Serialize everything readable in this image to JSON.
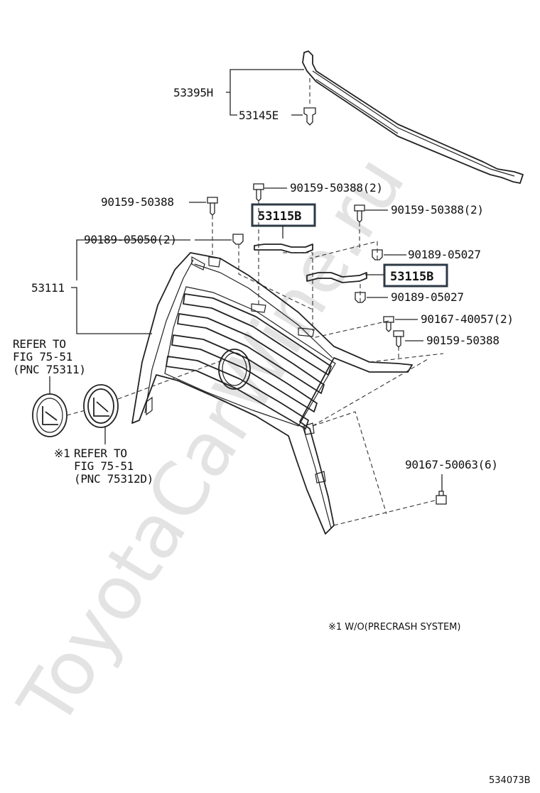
{
  "watermark": "ToyotaCarWine.ru",
  "diagram_id": "534073B",
  "footnote": "※1 W/O(PRECRASH SYSTEM)",
  "parts": {
    "p53395": "53395H",
    "p53145": "53145E",
    "p53111": "53111",
    "p53115_upper": "53115B",
    "p53115_lower": "53115B",
    "bolt_left": "90159-50388",
    "bolt_top": "90159-50388(2)",
    "bolt_right": "90159-50388(2)",
    "bolt_lower_right": "90159-50388",
    "clip_left": "90189-05050(2)",
    "clip_right_upper": "90189-05027",
    "clip_right_lower": "90189-05027",
    "screw_right": "90167-40057(2)",
    "screw_bottom": "90167-50063(6)"
  },
  "refs": {
    "ref1": [
      "REFER TO",
      "FIG 75-51",
      "(PNC 75311)"
    ],
    "ref2_mark": "※1",
    "ref2": [
      "REFER TO",
      "FIG 75-51",
      "(PNC 75312D)"
    ]
  }
}
